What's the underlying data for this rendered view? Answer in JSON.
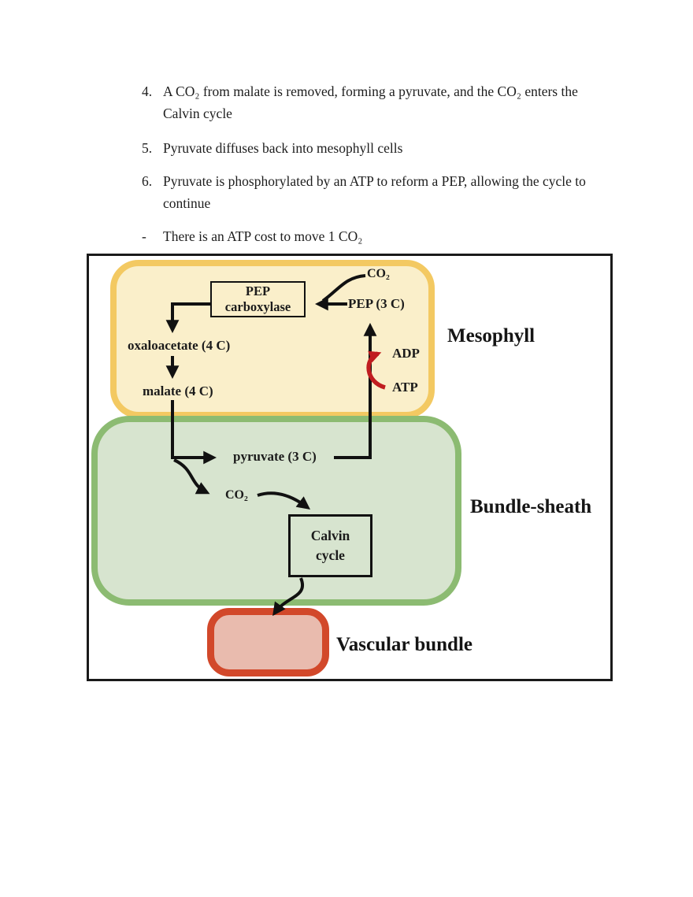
{
  "notes": {
    "items": [
      {
        "marker": "4.",
        "text": "A CO₂ from malate is removed, forming a pyruvate, and the CO₂ enters the Calvin cycle"
      },
      {
        "marker": "5.",
        "text": "Pyruvate diffuses back into mesophyll cells"
      },
      {
        "marker": "6.",
        "text": "Pyruvate is phosphorylated by an ATP to reform a PEP, allowing the cycle to continue"
      },
      {
        "marker": "-",
        "text": "There is an ATP cost to move 1 CO₂"
      }
    ]
  },
  "figure": {
    "regions": {
      "mesophyll": {
        "label": "Mesophyll",
        "fill": "#FAEFCA",
        "border": "#F3C962"
      },
      "bundle_sheath": {
        "label": "Bundle-sheath",
        "fill": "#D7E4CF",
        "border": "#8CBB72"
      },
      "vascular_bundle": {
        "label": "Vascular bundle",
        "fill": "#E9BBAE",
        "border": "#D2482A"
      }
    },
    "nodes": {
      "pep_carboxylase_line1": "PEP",
      "pep_carboxylase_line2": "carboxylase",
      "co2_top": "CO₂",
      "pep_3c": "PEP (3 C)",
      "oxaloacetate": "oxaloacetate (4 C)",
      "malate": "malate (4 C)",
      "pyruvate": "pyruvate (3 C)",
      "adp": "ADP",
      "atp": "ATP",
      "co2_inner": "CO₂",
      "calvin_line1": "Calvin",
      "calvin_line2": "cycle"
    },
    "colors": {
      "reaction_arrow": "#111111",
      "energy_arrow": "#C01D20",
      "text": "#1b1b1b",
      "frame": "#1a1a1a"
    }
  }
}
